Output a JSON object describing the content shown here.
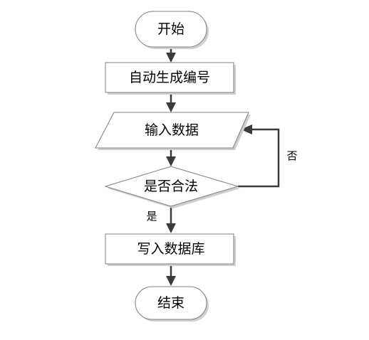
{
  "flowchart": {
    "nodes": {
      "start": {
        "text": "开始",
        "shape": "terminator"
      },
      "generate": {
        "text": "自动生成编号",
        "shape": "process"
      },
      "input": {
        "text": "输入数据",
        "shape": "data"
      },
      "check": {
        "text": "是否合法",
        "shape": "decision"
      },
      "write": {
        "text": "写入数据库",
        "shape": "process"
      },
      "end": {
        "text": "结束",
        "shape": "terminator"
      }
    },
    "edges": {
      "yes_label": "是",
      "no_label": "否"
    }
  },
  "colors": {
    "stroke": "#7f7f7f",
    "edge": "#3a3a3a",
    "shadow": "#cfcfcf"
  }
}
